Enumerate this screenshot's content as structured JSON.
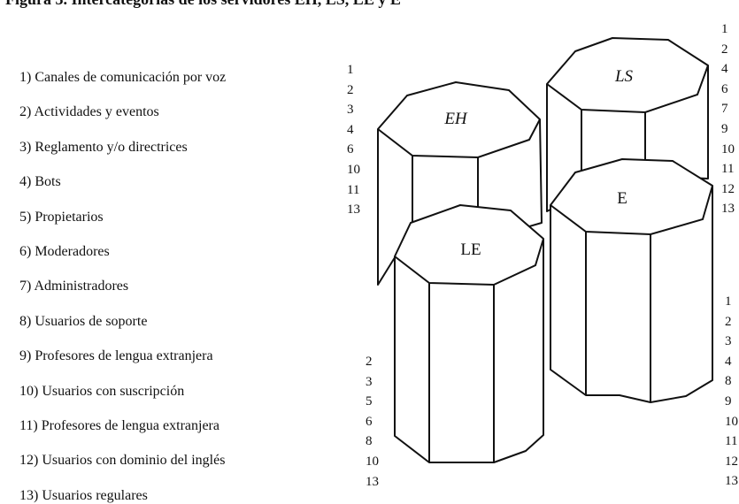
{
  "caption": "Figura 3. Intercategorías de los servidores EH, LS, LE y E",
  "legend": [
    "1) Canales de comunicación por voz",
    "2) Actividades y eventos",
    "3) Reglamento y/o directrices",
    "4) Bots",
    "5) Propietarios",
    "6) Moderadores",
    "7) Administradores",
    "8) Usuarios de soporte",
    "9) Profesores de lengua extranjera",
    "10) Usuarios con suscripción",
    "11) Profesores de lengua extranjera",
    "12) Usuarios con dominio del inglés",
    "13) Usuarios regulares"
  ],
  "servers": {
    "EH": {
      "label": "EH",
      "categories": [
        "1",
        "2",
        "3",
        "4",
        "6",
        "10",
        "11",
        "13"
      ]
    },
    "LS": {
      "label": "LS",
      "categories": [
        "1",
        "2",
        "4",
        "6",
        "7",
        "9",
        "10",
        "11",
        "12",
        "13"
      ]
    },
    "E": {
      "label": "E",
      "categories": [
        "1",
        "2",
        "3",
        "4",
        "8",
        "9",
        "10",
        "11",
        "12",
        "13"
      ]
    },
    "LE": {
      "label": "LE",
      "categories": [
        "2",
        "3",
        "5",
        "6",
        "8",
        "10",
        "13"
      ]
    }
  }
}
